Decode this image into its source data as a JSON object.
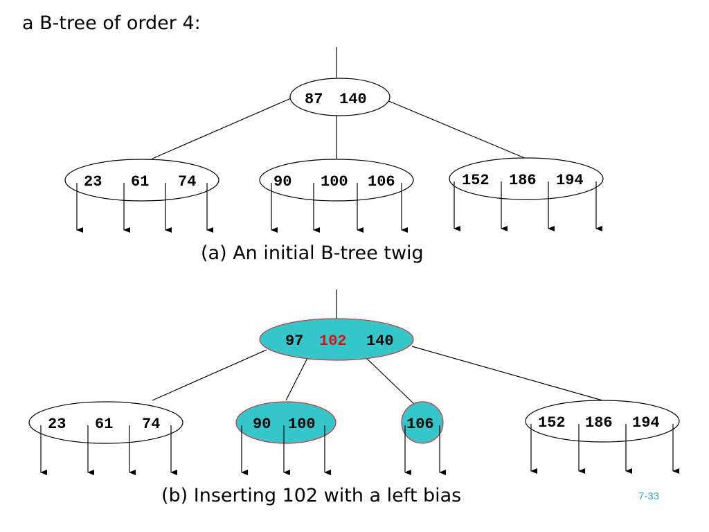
{
  "title": "a B-tree of order 4:",
  "captions": {
    "a": "(a) An initial B-tree twig",
    "b": "(b) Inserting 102 with a left bias"
  },
  "page_number": "7-33",
  "colors": {
    "highlight_fill": "#33c7cc",
    "highlight_stroke": "#cc3333",
    "inserted_key": "#dd1111",
    "page_number": "#33a3c8"
  },
  "tree_a": {
    "root": [
      "87",
      "140"
    ],
    "leaves": [
      [
        "23",
        "61",
        "74"
      ],
      [
        "90",
        "100",
        "106"
      ],
      [
        "152",
        "186",
        "194"
      ]
    ]
  },
  "tree_b": {
    "root": [
      "97",
      "102",
      "140"
    ],
    "inserted": "102",
    "leaves": [
      [
        "23",
        "61",
        "74"
      ],
      [
        "90",
        "100"
      ],
      [
        "106"
      ],
      [
        "152",
        "186",
        "194"
      ]
    ]
  }
}
